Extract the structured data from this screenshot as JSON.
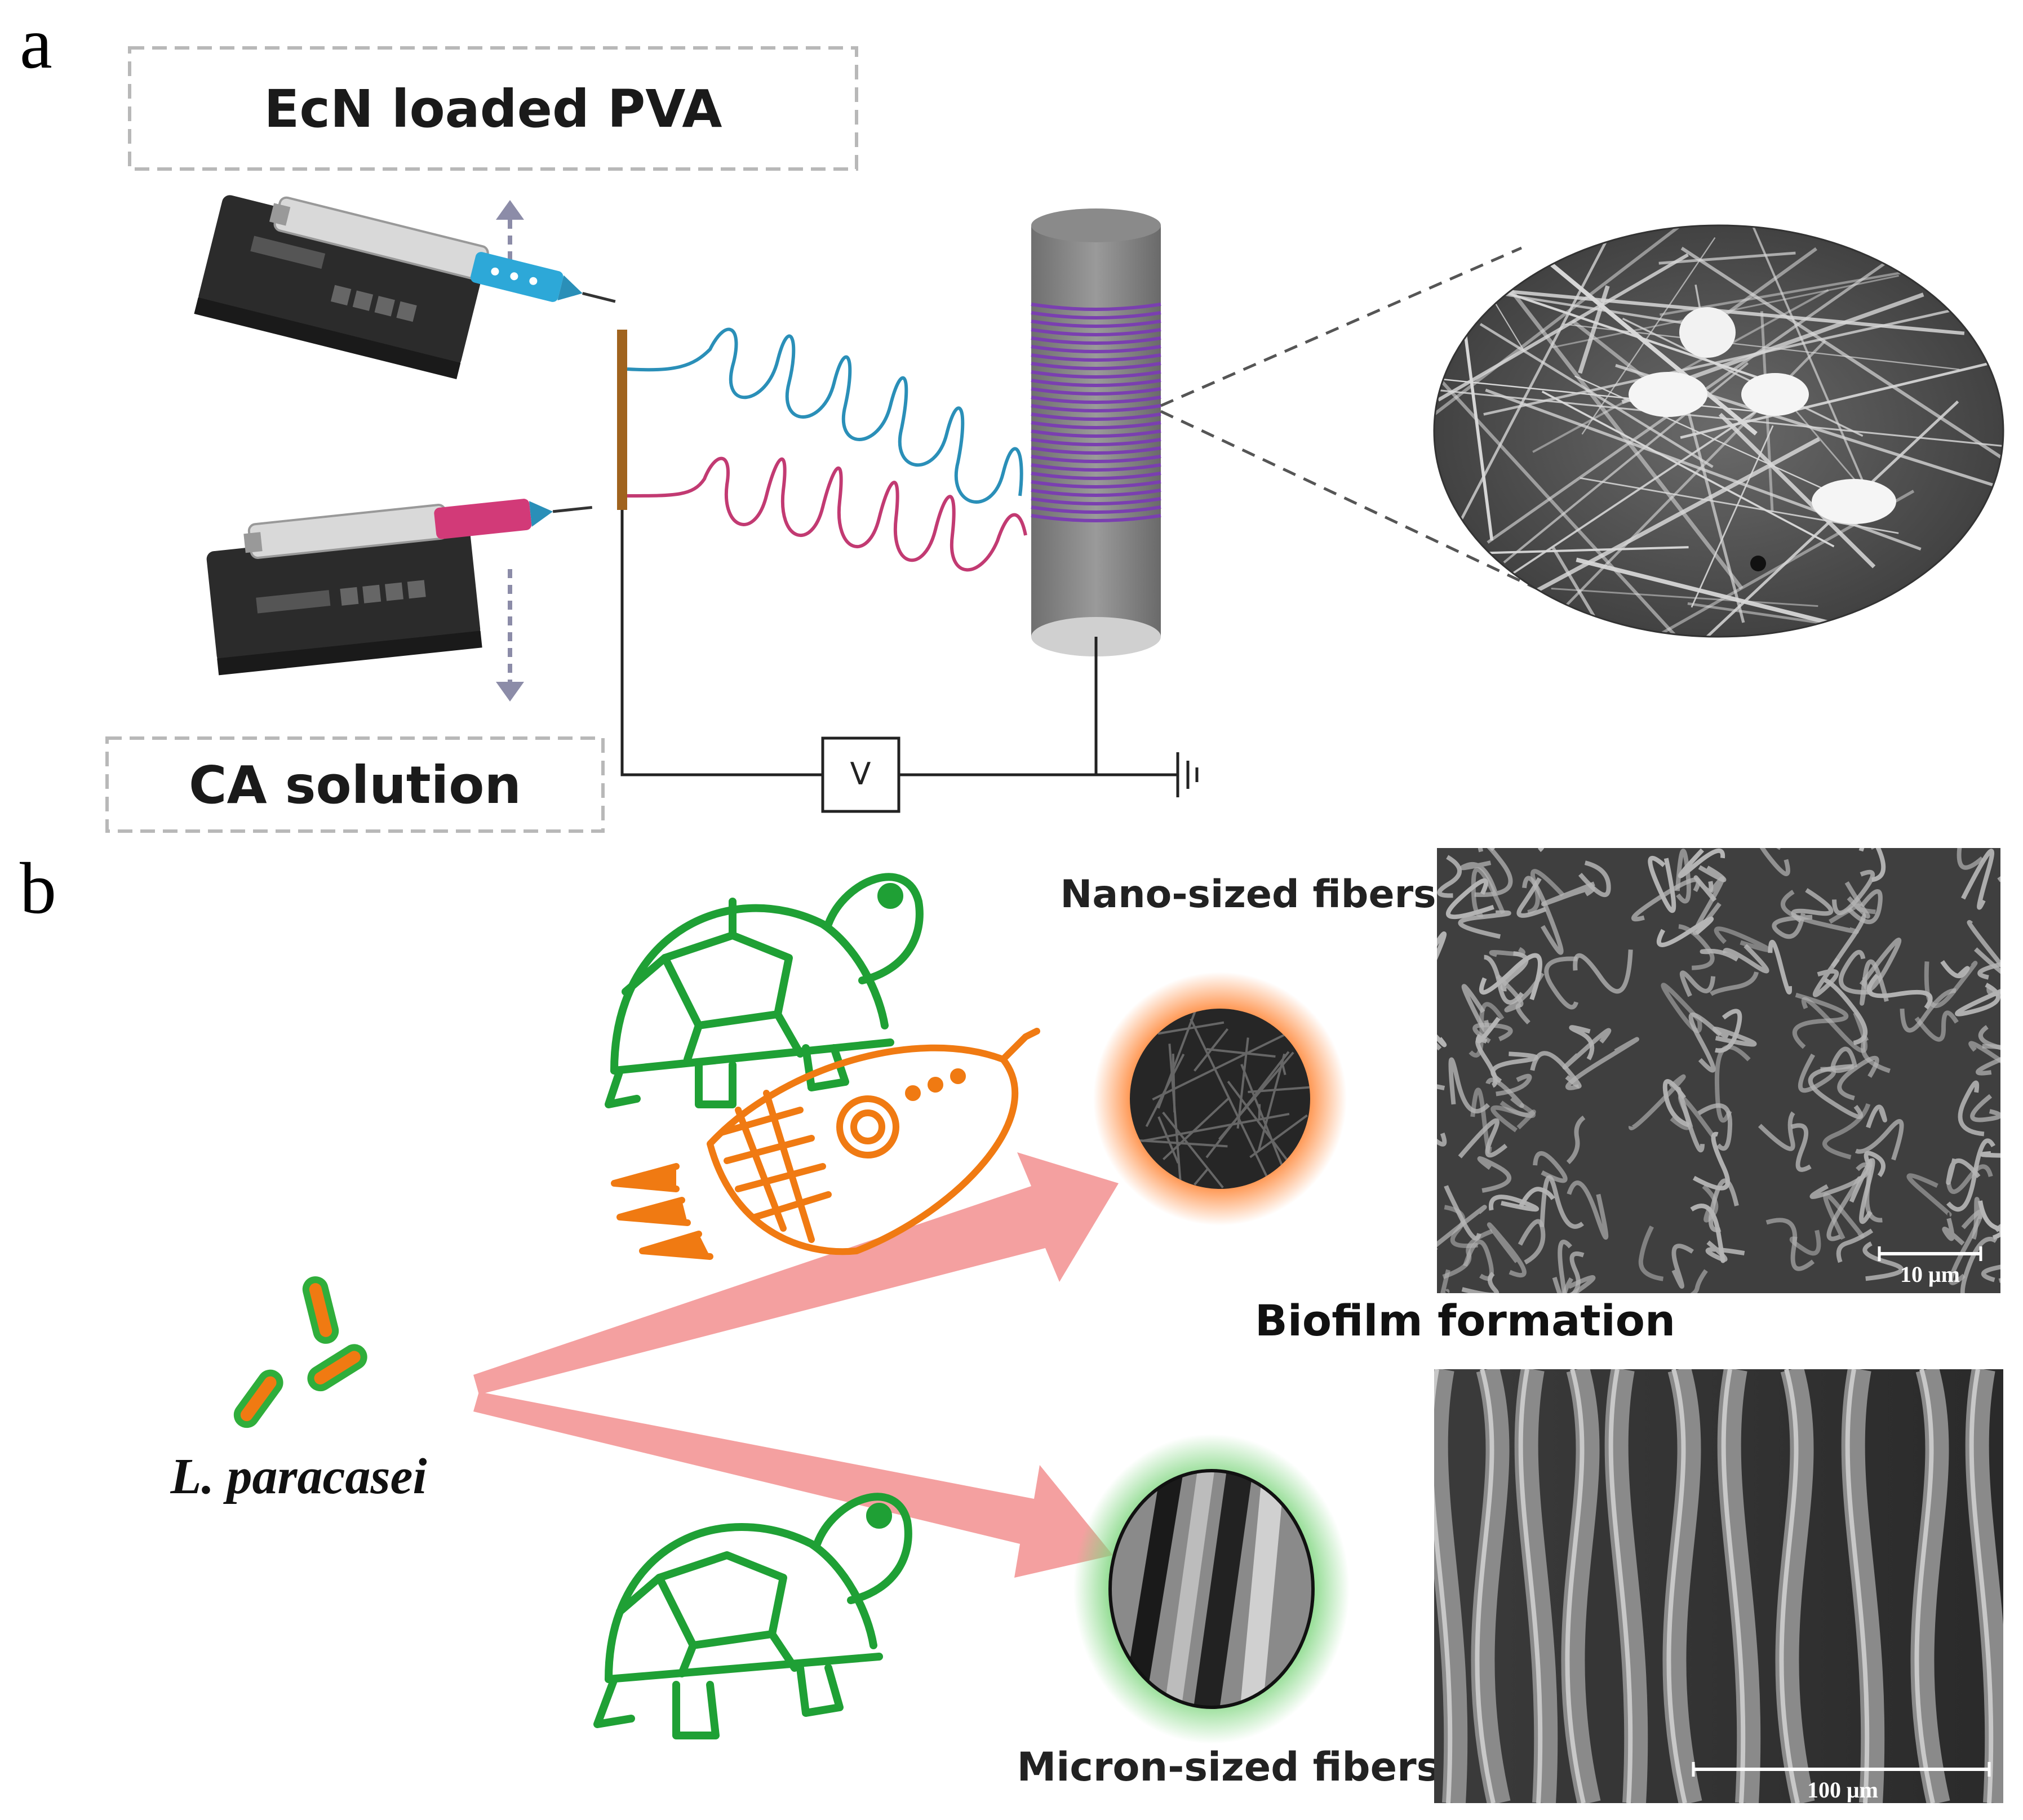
{
  "panel_a": {
    "label": "a",
    "top_solution_label": "EcN loaded PVA",
    "bottom_solution_label": "CA solution",
    "voltmeter_label": "V"
  },
  "panel_b": {
    "label": "b",
    "bacteria_label": "L. paracasei",
    "nano_label": "Nano-sized fibers",
    "micron_label": "Micron-sized fibers",
    "biofilm_label": "Biofilm formation",
    "nano_scale_bar": "10 μm",
    "micron_scale_bar": "100 μm"
  },
  "colors": {
    "blue_jet": "#2a8fb8",
    "pink_jet": "#c23a72",
    "purple_fibers": "#7a3fb0",
    "arrow": "#f4a0a0",
    "turtle": "#1fa035",
    "rocket": "#f07a12",
    "bacteria_fill": "#f07a12",
    "bacteria_outline": "#2fae3b"
  },
  "icons": [
    "syringe-pump-icon",
    "spinneret-icon",
    "collector-drum-icon",
    "voltage-source-icon",
    "ground-icon",
    "turtle-icon",
    "rocket-icon",
    "bacteria-icon"
  ]
}
